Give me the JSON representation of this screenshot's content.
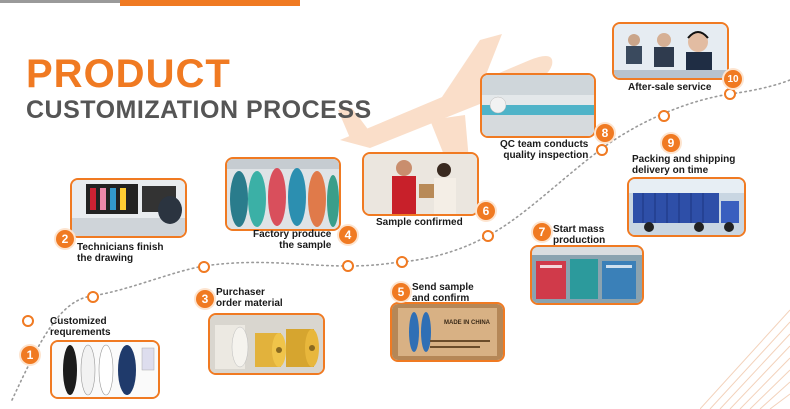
{
  "title": {
    "line1": "PRODUCT",
    "line2": "CUSTOMIZATION PROCESS"
  },
  "colors": {
    "accent": "#f07a22",
    "text": "#1a1a1a",
    "title_grey": "#555555"
  },
  "steps": [
    {
      "number": "1",
      "line1": "Customized",
      "line2": "requrements"
    },
    {
      "number": "2",
      "line1": "Technicians finish",
      "line2": "the drawing"
    },
    {
      "number": "3",
      "line1": "Purchaser",
      "line2": "order material"
    },
    {
      "number": "4",
      "line1": "Factory produce",
      "line2": "the sample"
    },
    {
      "number": "5",
      "line1": "Send sample",
      "line2": "and confirm"
    },
    {
      "number": "6",
      "line1": "Sample confirmed",
      "line2": ""
    },
    {
      "number": "7",
      "line1": "Start mass",
      "line2": "production"
    },
    {
      "number": "8",
      "line1": "QC team conducts",
      "line2": "quality inspection"
    },
    {
      "number": "9",
      "line1": "Packing and shipping",
      "line2": "delivery on time"
    },
    {
      "number": "10",
      "line1": "After-sale service",
      "line2": ""
    }
  ],
  "photos": {
    "board_designs": "paddle-board-designs-photo",
    "drawing": "technician-computer-photo",
    "material": "material-rolls-photo",
    "factory": "factory-boards-photo",
    "sample_box": "sample-box-photo",
    "sample_confirm": "delivery-handover-photo",
    "mass_production": "mass-production-photo",
    "qc": "qc-inspection-photo",
    "shipping": "truck-shipping-photo",
    "service": "customer-service-photo"
  },
  "box_print": "MADE IN CHINA"
}
